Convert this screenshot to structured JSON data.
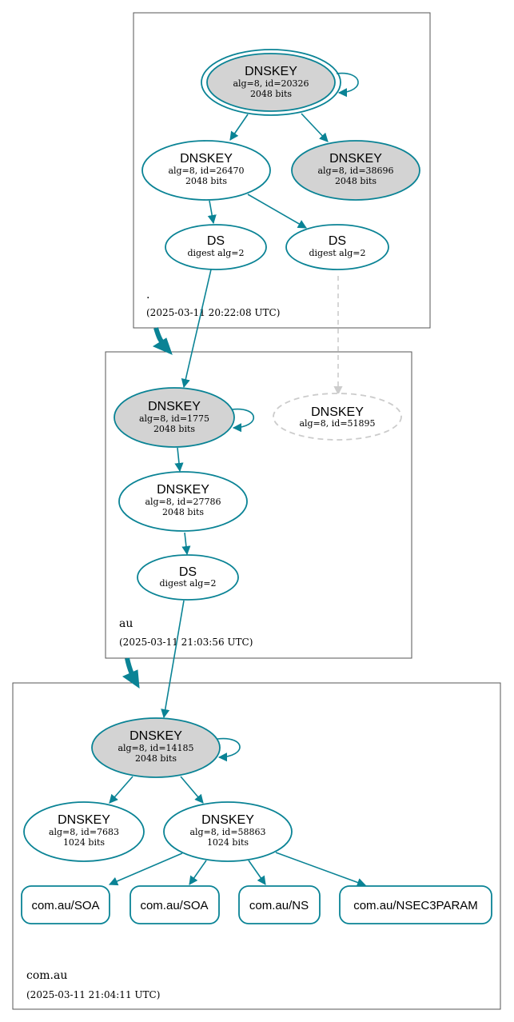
{
  "zones": {
    "root": {
      "name": ".",
      "timestamp": "(2025-03-11 20:22:08 UTC)"
    },
    "au": {
      "name": "au",
      "timestamp": "(2025-03-11 21:03:56 UTC)"
    },
    "comau": {
      "name": "com.au",
      "timestamp": "(2025-03-11 21:04:11 UTC)"
    }
  },
  "nodes": {
    "root_ksk": {
      "title": "DNSKEY",
      "line1": "alg=8, id=20326",
      "line2": "2048 bits"
    },
    "root_zsk": {
      "title": "DNSKEY",
      "line1": "alg=8, id=26470",
      "line2": "2048 bits"
    },
    "root_k2": {
      "title": "DNSKEY",
      "line1": "alg=8, id=38696",
      "line2": "2048 bits"
    },
    "root_ds1": {
      "title": "DS",
      "line1": "digest alg=2"
    },
    "root_ds2": {
      "title": "DS",
      "line1": "digest alg=2"
    },
    "au_ksk": {
      "title": "DNSKEY",
      "line1": "alg=8, id=1775",
      "line2": "2048 bits"
    },
    "au_missing": {
      "title": "DNSKEY",
      "line1": "alg=8, id=51895"
    },
    "au_zsk": {
      "title": "DNSKEY",
      "line1": "alg=8, id=27786",
      "line2": "2048 bits"
    },
    "au_ds": {
      "title": "DS",
      "line1": "digest alg=2"
    },
    "comau_ksk": {
      "title": "DNSKEY",
      "line1": "alg=8, id=14185",
      "line2": "2048 bits"
    },
    "comau_zsk1": {
      "title": "DNSKEY",
      "line1": "alg=8, id=7683",
      "line2": "1024 bits"
    },
    "comau_zsk2": {
      "title": "DNSKEY",
      "line1": "alg=8, id=58863",
      "line2": "1024 bits"
    }
  },
  "records": {
    "soa1": "com.au/SOA",
    "soa2": "com.au/SOA",
    "ns": "com.au/NS",
    "nsec3param": "com.au/NSEC3PARAM"
  },
  "colors": {
    "edge": "#0a8395",
    "ksk_fill": "#d3d3d3",
    "missing": "#cccccc"
  }
}
